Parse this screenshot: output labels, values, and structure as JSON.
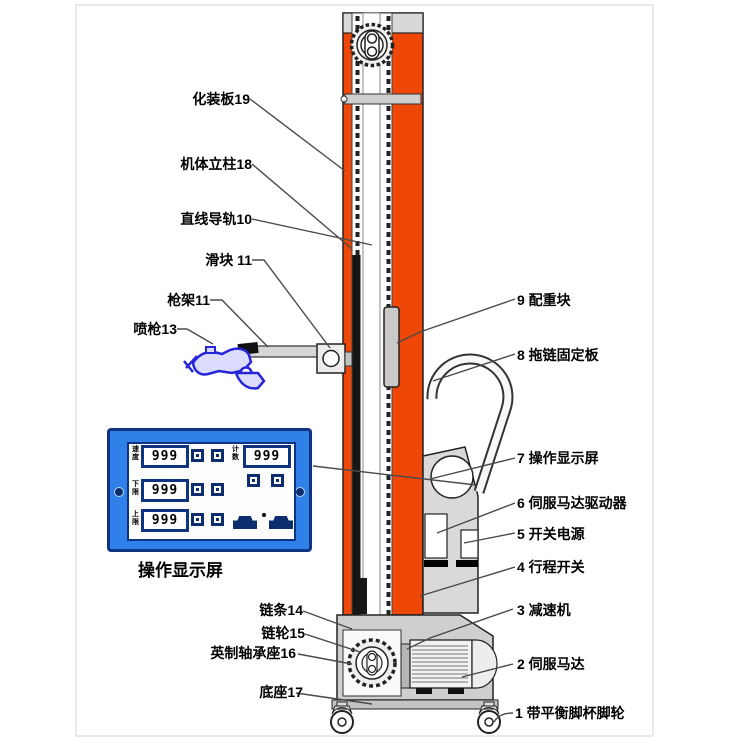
{
  "colors": {
    "column_orange": "#ee4708",
    "column_cap_gray": "#d8d8d8",
    "panel_blue": "#2f80e8",
    "panel_navy": "#0e3380",
    "spray_gun_blue": "#2626d8",
    "machine_gray": "#d9d9d9"
  },
  "diagram": {
    "labels_left": [
      {
        "text": "化装板19"
      },
      {
        "text": "机体立柱18"
      },
      {
        "text": "直线导轨10"
      },
      {
        "text": "滑块 11"
      },
      {
        "text": "枪架11"
      },
      {
        "text": "喷枪13"
      },
      {
        "text": "链条14"
      },
      {
        "text": "链轮15"
      },
      {
        "text": "英制轴承座16"
      },
      {
        "text": "底座17"
      }
    ],
    "labels_right": [
      {
        "text": "9 配重块"
      },
      {
        "text": "8 拖链固定板"
      },
      {
        "text": "7 操作显示屏"
      },
      {
        "text": "6 伺服马达驱动器"
      },
      {
        "text": "5 开关电源"
      },
      {
        "text": "4 行程开关"
      },
      {
        "text": "3 减速机"
      },
      {
        "text": "2 伺服马达"
      },
      {
        "text": "1 带平衡脚杯脚轮"
      }
    ]
  },
  "panel": {
    "caption": "操作显示屏",
    "displays": [
      "999",
      "999",
      "999",
      "999"
    ],
    "field_labels": {
      "row1_left": "速度",
      "row1_right": "计数",
      "row2": "下限",
      "row3": "上限"
    }
  }
}
